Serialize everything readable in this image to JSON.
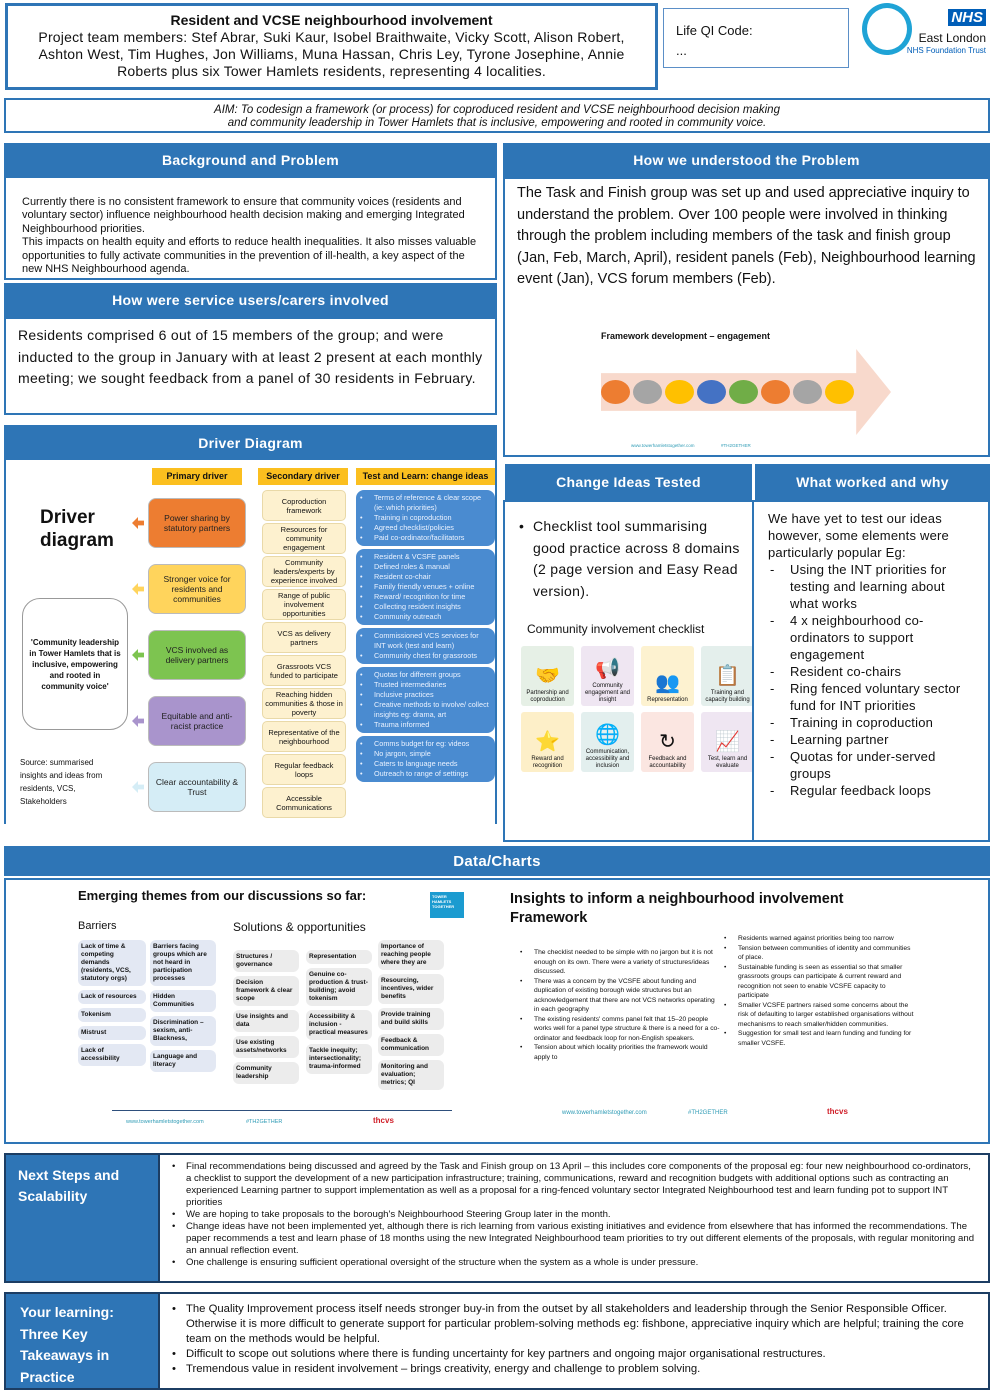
{
  "header": {
    "title": "Resident and VCSE neighbourhood involvement",
    "team": "Project team members: Stef Abrar, Suki Kaur, Isobel Braithwaite, Vicky Scott, Alison Robert, Ashton West, Tim Hughes, Jon Williams, Muna Hassan, Chris Ley, Tyrone Josephine, Annie Roberts plus six Tower Hamlets residents, representing 4 localities.",
    "qi_label": "Life QI Code:",
    "qi_value": "...",
    "logo_nhs": "NHS",
    "logo_org1": "East London",
    "logo_org2": "NHS Foundation Trust"
  },
  "aim": {
    "line1": "AIM: To codesign a framework (or process) for coproduced resident and VCSE neighbourhood decision making",
    "line2": "and community leadership in Tower Hamlets that is inclusive, empowering and rooted in community voice."
  },
  "background": {
    "title": "Background and Problem",
    "text": "Currently there is no consistent framework to ensure that community voices (residents and voluntary sector) influence neighbourhood health decision making and emerging Integrated Neighbourhood priorities.\nThis impacts on health equity and efforts to reduce health inequalities. It also misses valuable opportunities to fully activate communities in the prevention of ill-health, a key aspect of the new NHS Neighbourhood agenda."
  },
  "involved": {
    "title": "How were service users/carers involved",
    "text": "Residents comprised 6 out of 15 members of the group; and were inducted to the group in January with at least 2 present at each monthly meeting; we sought feedback from a panel of 30 residents in February."
  },
  "understood": {
    "title": "How we understood the Problem",
    "text": "The Task and Finish group was set up and used appreciative inquiry to understand the problem. Over 100 people were involved in thinking through the problem including members of the task and finish group (Jan, Feb, March, April), resident panels (Feb), Neighbourhood learning event (Jan), VCS forum members (Feb).",
    "figure_title": "Framework development – engagement",
    "timeline_colors": [
      "#ed7d31",
      "#a5a5a5",
      "#ffc000",
      "#4472c4",
      "#70ad47",
      "#ed7d31",
      "#a5a5a5",
      "#ffc000"
    ],
    "footer_url": "www.towerhamletstogether.com",
    "footer_tag": "#TH2GETHER"
  },
  "driver": {
    "title": "Driver Diagram",
    "heading": "Driver diagram",
    "aim": "'Community leadership in Tower Hamlets that is inclusive, empowering and rooted in community voice'",
    "source": "Source: summarised insights and ideas from residents, VCS, Stakeholders",
    "col_primary": "Primary driver",
    "col_secondary": "Secondary driver",
    "col_change": "Test and Learn: change ideas",
    "rows": [
      {
        "primary": "Power sharing by statutory partners",
        "color": "#ed7d31",
        "secondary": [
          "Coproduction framework",
          "Resources for community engagement"
        ],
        "changes": [
          "Terms of reference & clear scope (ie: which priorities)",
          "Training in coproduction",
          "Agreed checklist/policies",
          "Paid co-ordinator/facilitators"
        ]
      },
      {
        "primary": "Stronger voice for residents and communities",
        "color": "#ffd45c",
        "secondary": [
          "Community leaders/experts by experience involved",
          "Range of public involvement opportunities"
        ],
        "changes": [
          "Resident & VCSFE panels",
          "Defined roles & manual",
          "Resident co-chair",
          "Family friendly venues + online",
          "Reward/ recognition for time",
          "Collecting resident insights",
          "Community outreach"
        ]
      },
      {
        "primary": "VCS involved as delivery partners",
        "color": "#7dc450",
        "secondary": [
          "VCS as delivery partners",
          "Grassroots VCS funded to participate"
        ],
        "changes": [
          "Commissioned VCS services for INT work (test and learn)",
          "Community chest for grassroots"
        ]
      },
      {
        "primary": "Equitable and anti-racist practice",
        "color": "#a994cc",
        "secondary": [
          "Reaching hidden communities & those in poverty",
          "Representative of the neighbourhood"
        ],
        "changes": [
          "Quotas for different groups",
          "Trusted intermediaries",
          "Inclusive practices",
          "Creative methods to involve/ collect insights eg: drama, art",
          "Trauma informed"
        ]
      },
      {
        "primary": "Clear accountability & Trust",
        "color": "#d5edf6",
        "secondary": [
          "Regular feedback loops",
          "Accessible Communications"
        ],
        "changes": [
          "Comms budget for eg: videos",
          "No jargon, simple",
          "Caters to language needs",
          "Outreach to range of settings"
        ]
      }
    ]
  },
  "change": {
    "title": "Change Ideas Tested",
    "items": [
      "Checklist tool summarising good practice across 8 domains (2 page version and Easy Read version)."
    ],
    "checklist_title": "Community involvement checklist",
    "cards": [
      {
        "label": "Partnership and coproduction",
        "icon": "handshake-icon",
        "glyph": "🤝",
        "bg": "#e6f0e6"
      },
      {
        "label": "Community engagement and insight",
        "icon": "megaphone-icon",
        "glyph": "📢",
        "bg": "#efe6f2"
      },
      {
        "label": "Representation",
        "icon": "people-icon",
        "glyph": "👥",
        "bg": "#fdf2d0"
      },
      {
        "label": "Training and capacity building",
        "icon": "teaching-icon",
        "glyph": "📋",
        "bg": "#e4efec"
      },
      {
        "label": "Reward and recognition",
        "icon": "star-hand-icon",
        "glyph": "⭐",
        "bg": "#fdefc8"
      },
      {
        "label": "Communication, accessibility and inclusion",
        "icon": "globe-chat-icon",
        "glyph": "🌐",
        "bg": "#e3efee"
      },
      {
        "label": "Feedback and accountability",
        "icon": "refresh-check-icon",
        "glyph": "↻",
        "bg": "#fbe6e1"
      },
      {
        "label": "Test, learn and evaluate",
        "icon": "clipboard-chart-icon",
        "glyph": "📈",
        "bg": "#efe6f2"
      }
    ]
  },
  "worked": {
    "title": "What worked and why",
    "intro": "We have yet to test our ideas however, some elements were particularly popular Eg:",
    "items": [
      "Using the INT priorities for testing and learning about what works",
      "4 x neighbourhood co-ordinators to support engagement",
      "Resident co-chairs",
      "Ring fenced voluntary sector fund for INT priorities",
      "Training in coproduction",
      "Learning partner",
      "Quotas for under-served groups",
      "Regular feedback loops"
    ]
  },
  "data": {
    "title": "Data/Charts",
    "themes": {
      "title": "Emerging themes from our discussions so far:",
      "barriers_title": "Barriers",
      "solutions_title": "Solutions & opportunities",
      "barriers_col1": [
        "Lack of time & competing demands (residents, VCS, statutory orgs)",
        "Lack of resources",
        "Tokenism",
        "Mistrust",
        "Lack of accessibility"
      ],
      "barriers_col2": [
        "Barriers facing groups which are not heard in participation processes",
        "Hidden Communities",
        "Discrimination – sexism, anti-Blackness,",
        "Language and literacy"
      ],
      "solutions_col1": [
        "Structures / governance",
        "Decision framework & clear scope",
        "Use insights and data",
        "Use existing assets/networks",
        "Community leadership"
      ],
      "solutions_col2": [
        "Representation",
        "Genuine co-production & trust-building; avoid tokenism",
        "Accessibility & inclusion - practical measures",
        "Tackle inequity; intersectionality; trauma-informed"
      ],
      "solutions_col3": [
        "Importance of reaching people where they are",
        "Resourcing, incentives, wider benefits",
        "Provide training and build skills",
        "Feedback & communication",
        "Monitoring and evaluation; metrics; QI"
      ],
      "footer_url": "www.towerhamletstogether.com",
      "footer_tag": "#TH2GETHER",
      "badge": "TOWER HAMLETS TOGETHER",
      "thcvs": "thcvs"
    },
    "insights": {
      "title": "Insights to inform a neighbourhood involvement Framework",
      "left": [
        "The checklist needed to be simple with no jargon but it is not enough on its own. There were a variety of structures/ideas discussed.",
        "There was a concern by the VCSFE about funding and duplication of existing borough wide structures but an acknowledgement that there are not VCS networks operating in each geography",
        "The existing residents' comms panel felt that 15–20 people works well for a panel type structure & there is a need for a co-ordinator and feedback loop for non-English speakers.",
        "Tension about which locality priorities the framework would apply to"
      ],
      "right": [
        "Residents warned against priorities being too narrow",
        "Tension between communities of identity and communities of place.",
        "Sustainable funding is seen as essential so that smaller grassroots groups can participate & current reward and recognition not seen to enable VCSFE capacity to participate",
        "Smaller VCSFE partners raised some concerns about the risk of defaulting to larger established organisations without mechanisms to reach smaller/hidden communities.",
        "Suggestion for small test and learn funding and funding for smaller VCSFE."
      ],
      "footer_url": "www.towerhamletstogether.com",
      "footer_tag": "#TH2GETHER",
      "thcvs": "thcvs"
    }
  },
  "next": {
    "title": "Next Steps and Scalability",
    "items": [
      "Final recommendations being discussed and agreed by the Task and Finish group on 13 April – this includes core components of the proposal eg: four new neighbourhood co-ordinators, a checklist to support the development of a new participation infrastructure; training, communications, reward and recognition budgets with additional options such as contracting an experienced Learning partner to support implementation as well as a proposal for a ring-fenced voluntary sector Integrated Neighbourhood test and learn funding pot to support INT priorities",
      "We are hoping to take proposals to the borough's Neighbourhood Steering Group later in the month.",
      "Change ideas have not been implemented yet, although there is rich learning from various existing initiatives and evidence from elsewhere that has informed the recommendations. The paper recommends a test and learn phase of 18 months using the new Integrated Neighbourhood team priorities to try out different elements of the proposals, with regular monitoring and an annual reflection event.",
      "One challenge is ensuring sufficient operational oversight of the structure when the system as a whole is under pressure."
    ]
  },
  "learning": {
    "title": "Your learning: Three Key Takeaways in Practice",
    "items": [
      "The Quality Improvement process itself needs stronger buy-in from the outset by all stakeholders and leadership through the Senior Responsible Officer. Otherwise it is more difficult to generate support for particular problem-solving methods eg: fishbone, appreciative inquiry which are helpful; training the core team on the methods would be helpful.",
      "Difficult to scope out solutions where there is funding uncertainty for key partners and ongoing major organisational restructures.",
      "Tremendous value in resident involvement – brings creativity, energy and challenge to problem solving."
    ]
  }
}
